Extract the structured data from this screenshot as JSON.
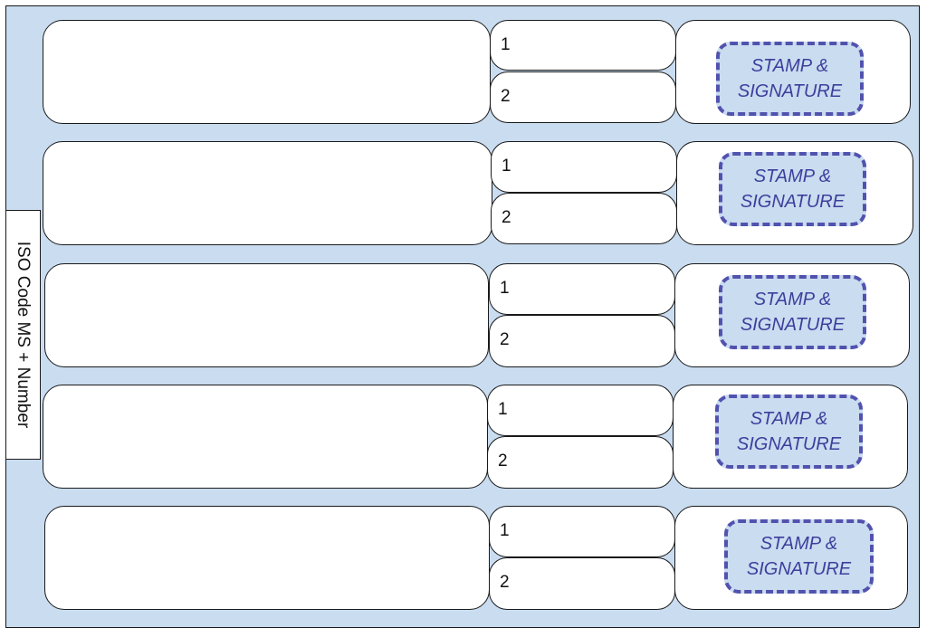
{
  "side_label": "ISO Code MS + Number",
  "rows": [
    {
      "line1": "1",
      "line2": "2",
      "stamp_line1": "STAMP &",
      "stamp_line2": "SIGNATURE"
    },
    {
      "line1": "1",
      "line2": "2",
      "stamp_line1": "STAMP &",
      "stamp_line2": "SIGNATURE"
    },
    {
      "line1": "1",
      "line2": "2",
      "stamp_line1": "STAMP &",
      "stamp_line2": "SIGNATURE"
    },
    {
      "line1": "1",
      "line2": "2",
      "stamp_line1": "STAMP &",
      "stamp_line2": "SIGNATURE"
    },
    {
      "line1": "1",
      "line2": "2",
      "stamp_line1": "STAMP &",
      "stamp_line2": "SIGNATURE"
    }
  ],
  "colors": {
    "background": "#c9dcf0",
    "stamp": "#5252ae",
    "box": "#ffffff",
    "border": "#1a1a1a"
  }
}
